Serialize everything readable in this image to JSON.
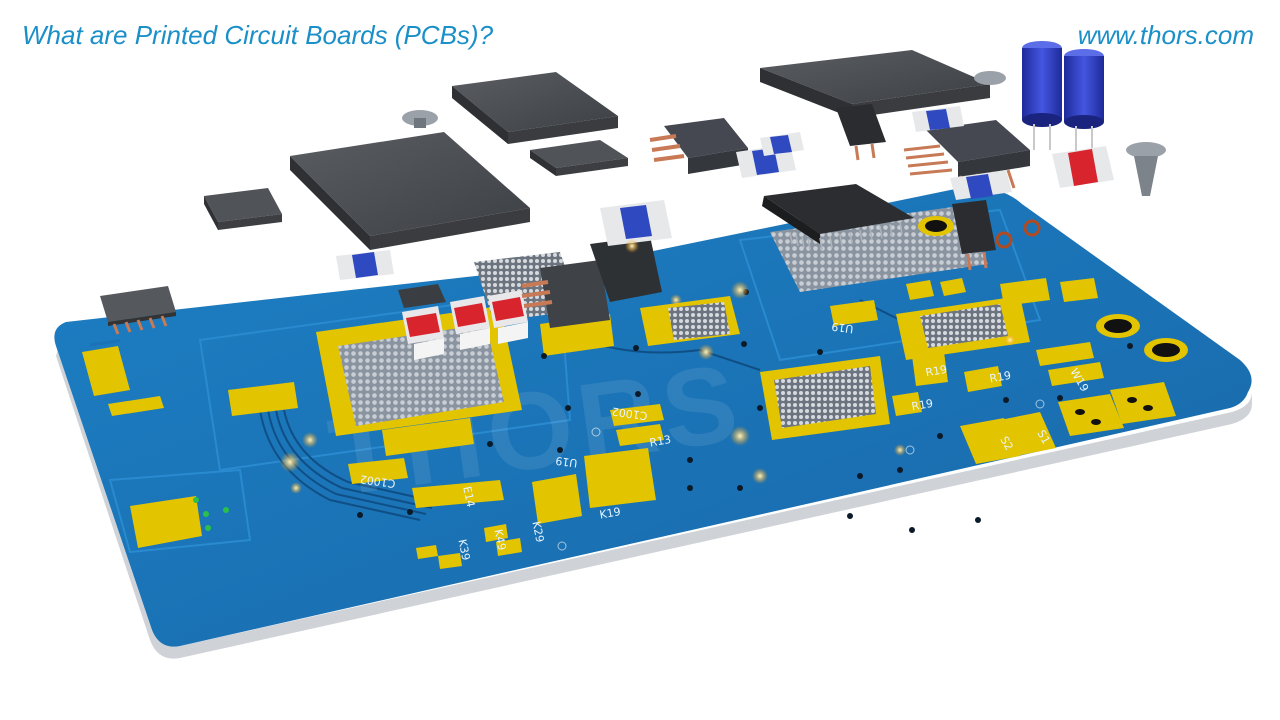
{
  "header": {
    "title": "What are Printed Circuit Boards (PCBs)?",
    "site": "www.thors.com"
  },
  "watermark": "THORS",
  "colors": {
    "board": "#1973b6",
    "board_edge": "#d9dcdf",
    "pad": "#e2c400",
    "chip": "#4a4d52",
    "title_text": "#1a8fc8"
  },
  "board_labels": {
    "c1002_a": "C1002",
    "c1002_b": "C1002",
    "r13": "R13",
    "u19": "U19",
    "k19": "K19",
    "e14": "E14",
    "k39": "K39",
    "k49": "K49",
    "k29": "K29",
    "r19_a": "R19",
    "r19_b": "R19",
    "r19_c": "R19",
    "s2": "S2",
    "s1": "S1",
    "w19": "W19",
    "u19_b": "U19"
  }
}
